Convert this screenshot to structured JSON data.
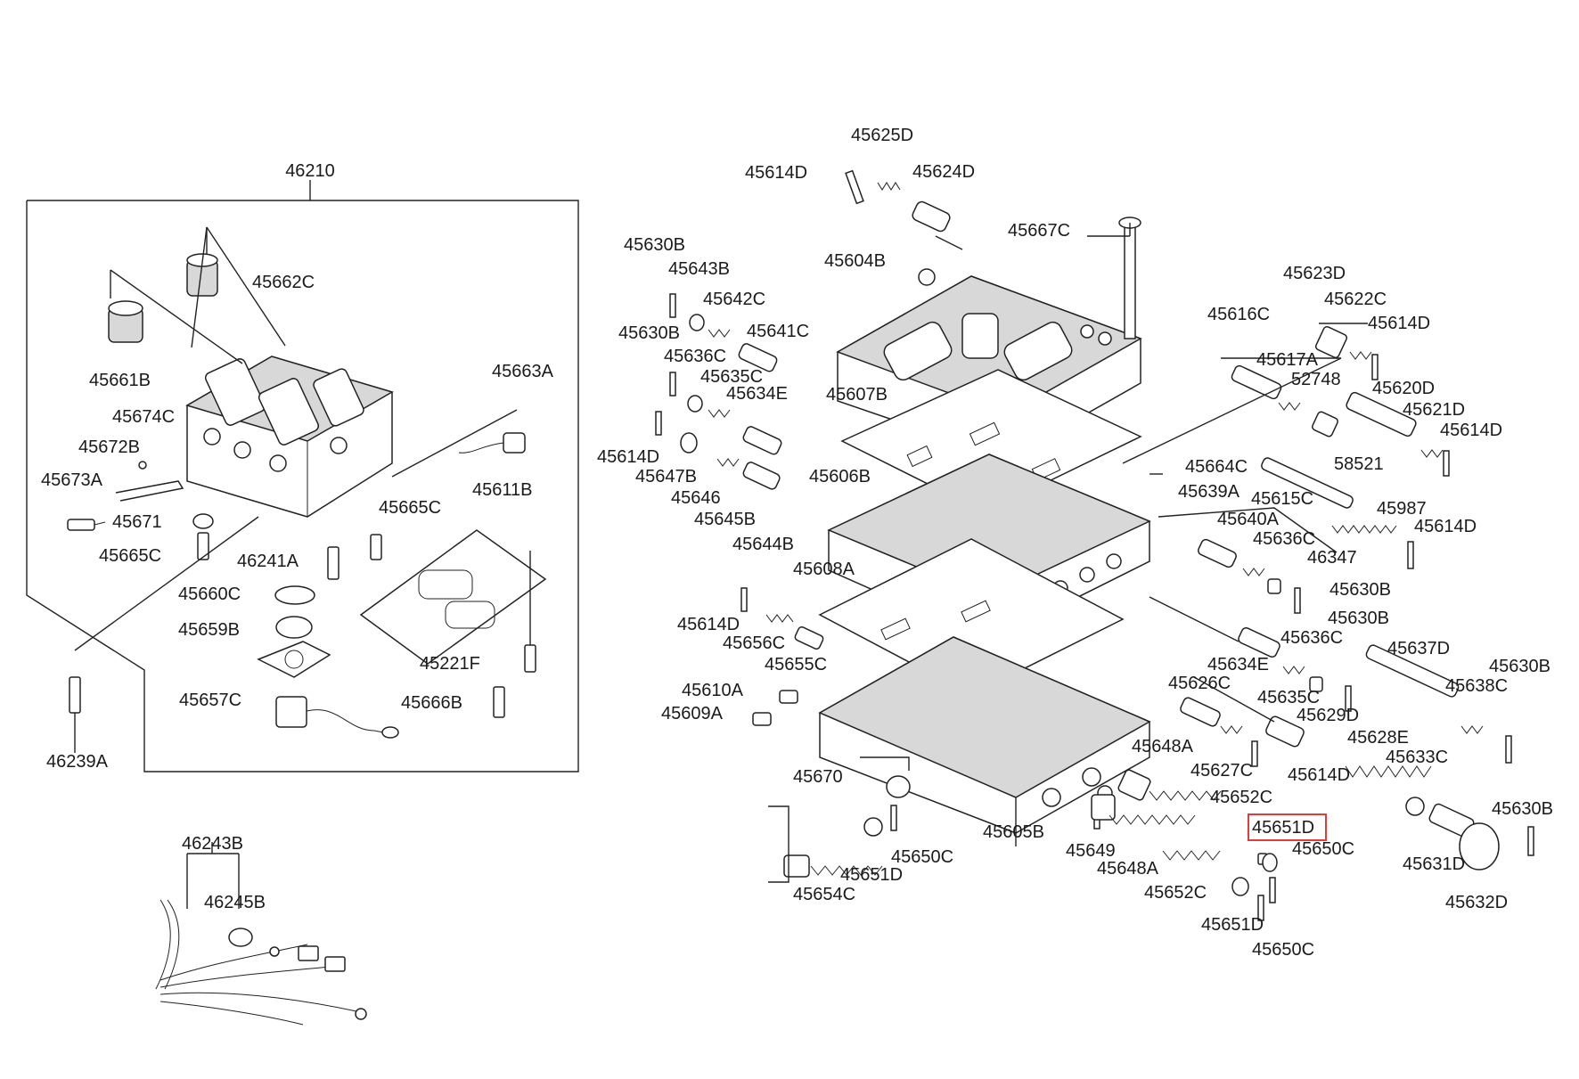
{
  "highlighted_part": "45651D",
  "colors": {
    "highlight": "#e23b3b",
    "line": "#222222"
  },
  "labels": {
    "l46210": "46210",
    "l45662C": "45662C",
    "l45661B": "45661B",
    "l45663A": "45663A",
    "l45674C": "45674C",
    "l45672B": "45672B",
    "l45673A": "45673A",
    "l45671": "45671",
    "l45611B": "45611B",
    "l45665C_a": "45665C",
    "l45665C_b": "45665C",
    "l46241A": "46241A",
    "l45660C": "45660C",
    "l45659B": "45659B",
    "l45221F": "45221F",
    "l45657C": "45657C",
    "l45666B": "45666B",
    "l46239A": "46239A",
    "l46243B": "46243B",
    "l46245B": "46245B",
    "l45625D": "45625D",
    "l45614D_1": "45614D",
    "l45624D": "45624D",
    "l45667C": "45667C",
    "l45630B_1": "45630B",
    "l45643B": "45643B",
    "l45604B": "45604B",
    "l45642C": "45642C",
    "l45630B_2": "45630B",
    "l45641C": "45641C",
    "l45636C_1": "45636C",
    "l45635C_1": "45635C",
    "l45634E_1": "45634E",
    "l45607B": "45607B",
    "l45614D_2": "45614D",
    "l45647B": "45647B",
    "l45646": "45646",
    "l45645B": "45645B",
    "l45606B": "45606B",
    "l45644B": "45644B",
    "l45664C": "45664C",
    "l45623D": "45623D",
    "l45622C": "45622C",
    "l45614D_3": "45614D",
    "l45616C": "45616C",
    "l45617A": "45617A",
    "l52748": "52748",
    "l45620D": "45620D",
    "l45621D": "45621D",
    "l45614D_4": "45614D",
    "l58521": "58521",
    "l45615C": "45615C",
    "l45639A": "45639A",
    "l45640A": "45640A",
    "l45987": "45987",
    "l45636C_2": "45636C",
    "l45614D_5": "45614D",
    "l46347": "46347",
    "l45630B_3": "45630B",
    "l45608A": "45608A",
    "l45614D_6": "45614D",
    "l45656C": "45656C",
    "l45655C": "45655C",
    "l45630B_4": "45630B",
    "l45636C_3": "45636C",
    "l45637D": "45637D",
    "l45630B_5": "45630B",
    "l45634E_2": "45634E",
    "l45638C": "45638C",
    "l45635C_2": "45635C",
    "l45610A": "45610A",
    "l45609A": "45609A",
    "l45626C": "45626C",
    "l45629D": "45629D",
    "l45628E": "45628E",
    "l45648A_1": "45648A",
    "l45633C": "45633C",
    "l45627C": "45627C",
    "l45614D_7": "45614D",
    "l45670": "45670",
    "l45605B": "45605B",
    "l45652C_1": "45652C",
    "l45651D_hl": "45651D",
    "l45630B_6": "45630B",
    "l45650C_1": "45650C",
    "l45649": "45649",
    "l45650C_2": "45650C",
    "l45631D": "45631D",
    "l45651D_1": "45651D",
    "l45648A_2": "45648A",
    "l45652C_2": "45652C",
    "l45654C": "45654C",
    "l45632D": "45632D",
    "l45651D_2": "45651D",
    "l45650C_3": "45650C"
  }
}
